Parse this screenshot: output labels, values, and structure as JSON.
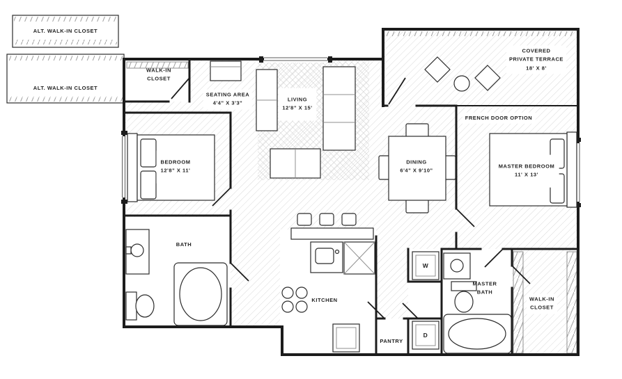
{
  "colors": {
    "wall": "#1c1c1c",
    "hatch": "#d9d9d9",
    "fixture": "#2b2b2b",
    "background": "#ffffff"
  },
  "rooms": {
    "alt_closet_a": {
      "name": "ALT. WALK-IN CLOSET"
    },
    "alt_closet_b": {
      "name": "ALT. WALK-IN CLOSET"
    },
    "walk_in_closet_top": {
      "line1": "WALK-IN",
      "line2": "CLOSET"
    },
    "seating": {
      "name": "SEATING AREA",
      "dims": "4'4\" X 3'3\""
    },
    "living": {
      "name": "LIVING",
      "dims": "12'8\" X 15'"
    },
    "terrace": {
      "line1": "COVERED",
      "line2": "PRIVATE TERRACE",
      "dims": "18' X 8'"
    },
    "french_door": {
      "name": "FRENCH DOOR OPTION"
    },
    "bedroom": {
      "name": "BEDROOM",
      "dims": "12'8\" X 11'"
    },
    "dining": {
      "name": "DINING",
      "dims": "6'4\" X 9'10\""
    },
    "master_bedroom": {
      "name": "MASTER BEDROOM",
      "dims": "11' X 13'"
    },
    "bath": {
      "name": "BATH"
    },
    "kitchen": {
      "name": "KITCHEN"
    },
    "master_bath": {
      "line1": "MASTER",
      "line2": "BATH"
    },
    "walk_in_closet_right": {
      "line1": "WALK-IN",
      "line2": "CLOSET"
    },
    "pantry": {
      "name": "PANTRY"
    },
    "washer": {
      "label": "W"
    },
    "dryer": {
      "label": "D"
    }
  }
}
